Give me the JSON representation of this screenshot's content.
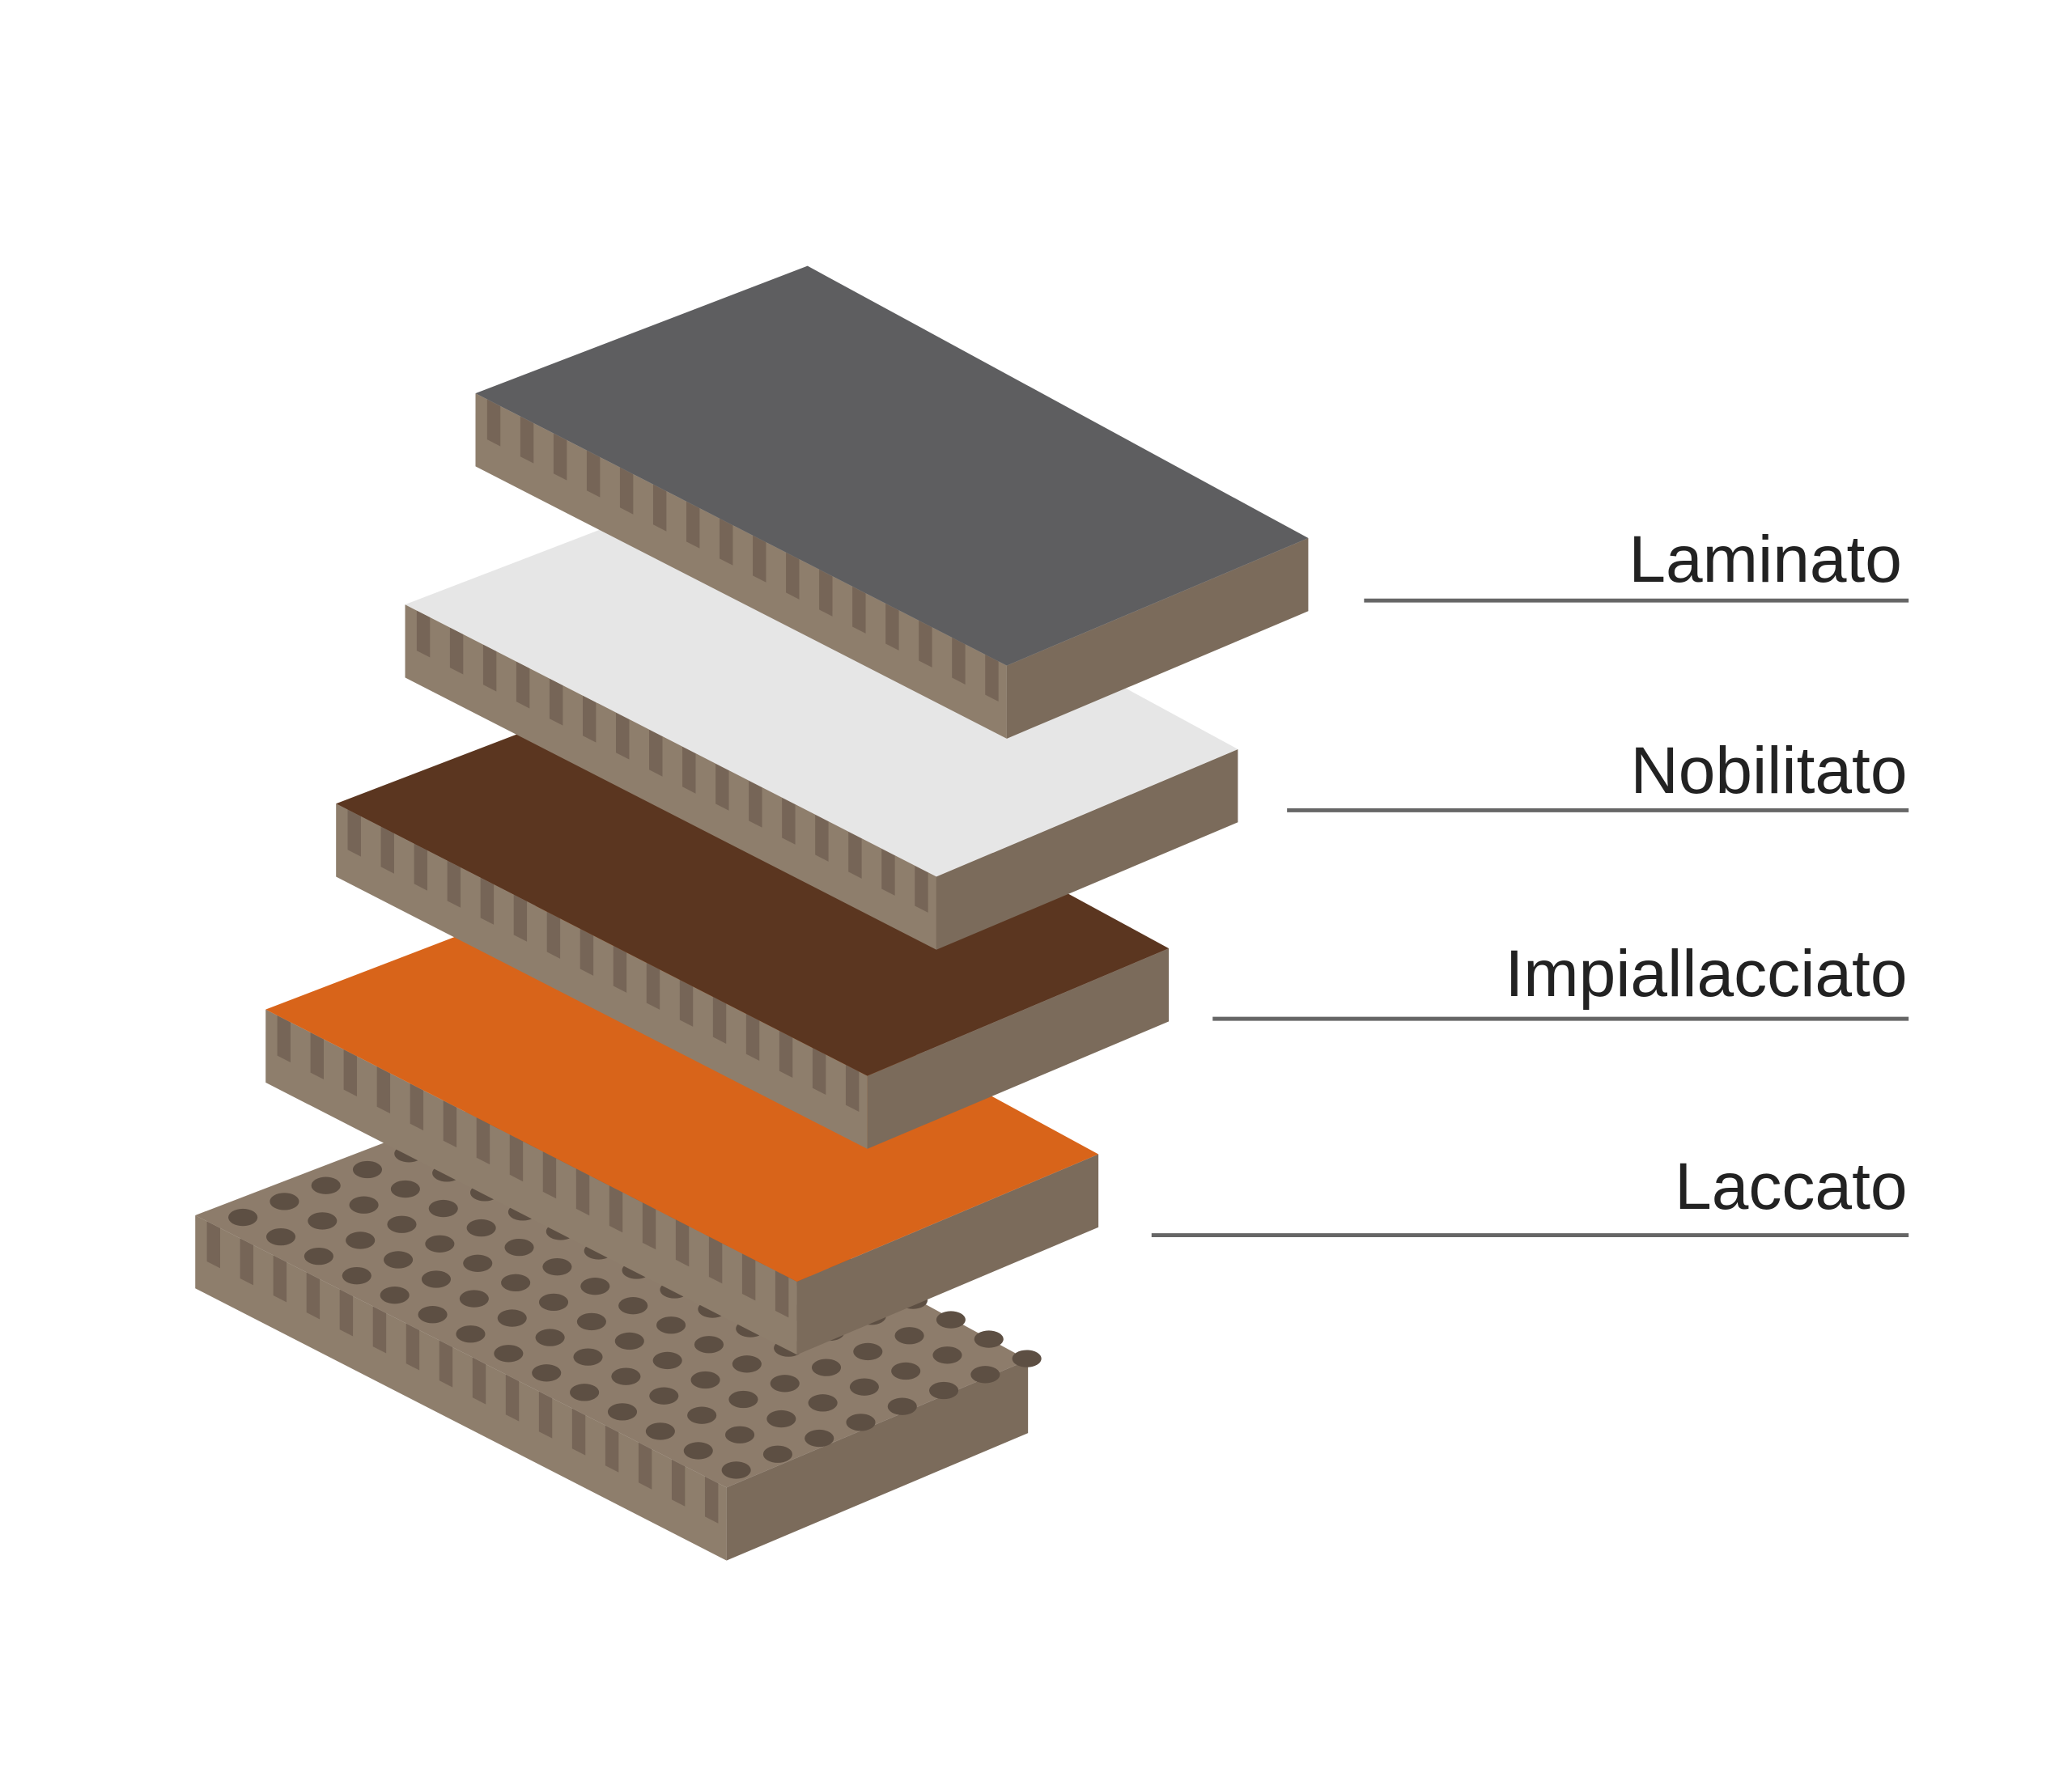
{
  "layers": [
    {
      "label": "Laminato",
      "top_color": "#5e5e60"
    },
    {
      "label": "Nobilitato",
      "top_color": "#e6e6e6"
    },
    {
      "label": "Impiallacciato",
      "top_color": "#5b3620"
    },
    {
      "label": "Laccato",
      "top_color": "#d8641a"
    }
  ],
  "base_core": {
    "top_color": "#8d7c6b"
  },
  "colors": {
    "edge_left": "#8e7e6c",
    "edge_right": "#7b6b5b",
    "tooth": "#6d5e50",
    "hole": "#5d4f43",
    "leader": "#666666",
    "text": "#222222"
  }
}
